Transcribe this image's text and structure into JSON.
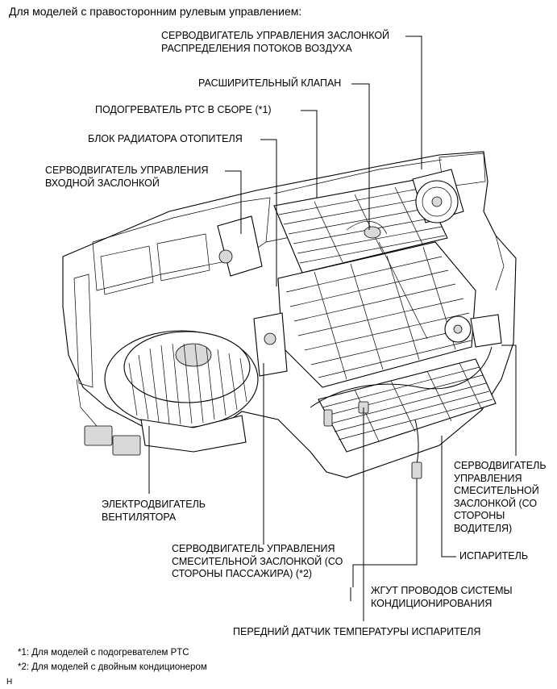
{
  "header": {
    "heading": "Для моделей с правосторонним рулевым управлением:"
  },
  "callouts": {
    "mode_damper_servo": "СЕРВОДВИГАТЕЛЬ УПРАВЛЕНИЯ ЗАСЛОНКОЙ\nРАСПРЕДЕЛЕНИЯ ПОТОКОВ ВОЗДУХА",
    "expansion_valve": "РАСШИРИТЕЛЬНЫЙ КЛАПАН",
    "ptc_heater": "ПОДОГРЕВАТЕЛЬ PTC В СБОРЕ (*1)",
    "heater_radiator": "БЛОК РАДИАТОРА ОТОПИТЕЛЯ",
    "inlet_damper_servo": "СЕРВОДВИГАТЕЛЬ УПРАВЛЕНИЯ\nВХОДНОЙ ЗАСЛОНКОЙ",
    "blower_motor": "ЭЛЕКТРОДВИГАТЕЛЬ\nВЕНТИЛЯТОРА",
    "air_mix_passenger": "СЕРВОДВИГАТЕЛЬ УПРАВЛЕНИЯ\nСМЕСИТЕЛЬНОЙ ЗАСЛОНКОЙ (СО\nСТОРОНЫ ПАССАЖИРА) (*2)",
    "air_mix_driver": "СЕРВОДВИГАТЕЛЬ\nУПРАВЛЕНИЯ\nСМЕСИТЕЛЬНОЙ\nЗАСЛОНКОЙ (СО\nСТОРОНЫ\nВОДИТЕЛЯ)",
    "evaporator": "ИСПАРИТЕЛЬ",
    "ac_harness": "ЖГУТ ПРОВОДОВ СИСТЕМЫ\nКОНДИЦИОНИРОВАНИЯ",
    "evap_temp_sensor": "ПЕРЕДНИЙ ДАТЧИК ТЕМПЕРАТУРЫ ИСПАРИТЕЛЯ"
  },
  "footnotes": {
    "note1": "*1: Для моделей с подогревателем PTC",
    "note2": "*2: Для моделей с двойным кондиционером"
  },
  "figure_code": "H"
}
